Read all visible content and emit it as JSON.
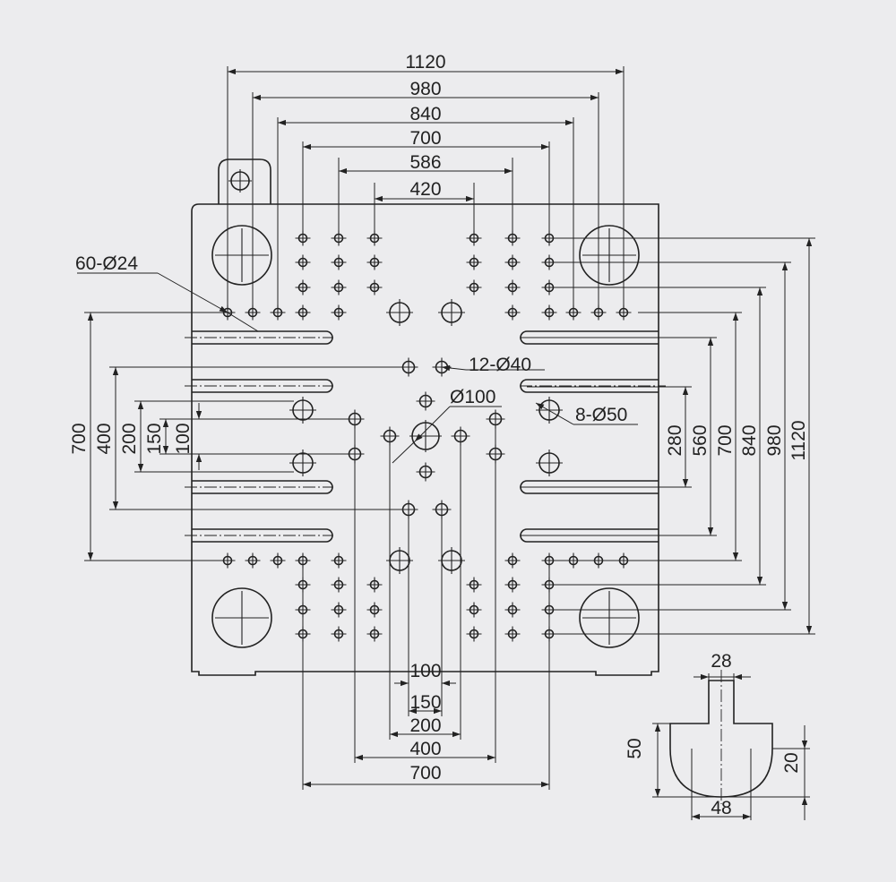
{
  "colors": {
    "background": "#ececee",
    "stroke": "#222222"
  },
  "top_dimensions": [
    "1120",
    "980",
    "840",
    "700",
    "586",
    "420"
  ],
  "right_dimensions": [
    "280",
    "560",
    "700",
    "840",
    "980",
    "1120"
  ],
  "left_dimensions": [
    "700",
    "400",
    "200",
    "150",
    "100"
  ],
  "bottom_dimensions": [
    "100",
    "150",
    "200",
    "400",
    "700"
  ],
  "callouts": {
    "small_holes": "60-Ø24",
    "medium_holes": "12-Ø40",
    "center_hole": "Ø100",
    "large_holes": "8-Ø50"
  },
  "slot_detail": {
    "width": "28",
    "depth": "50",
    "radius_depth": "20",
    "bottom_width": "48"
  }
}
